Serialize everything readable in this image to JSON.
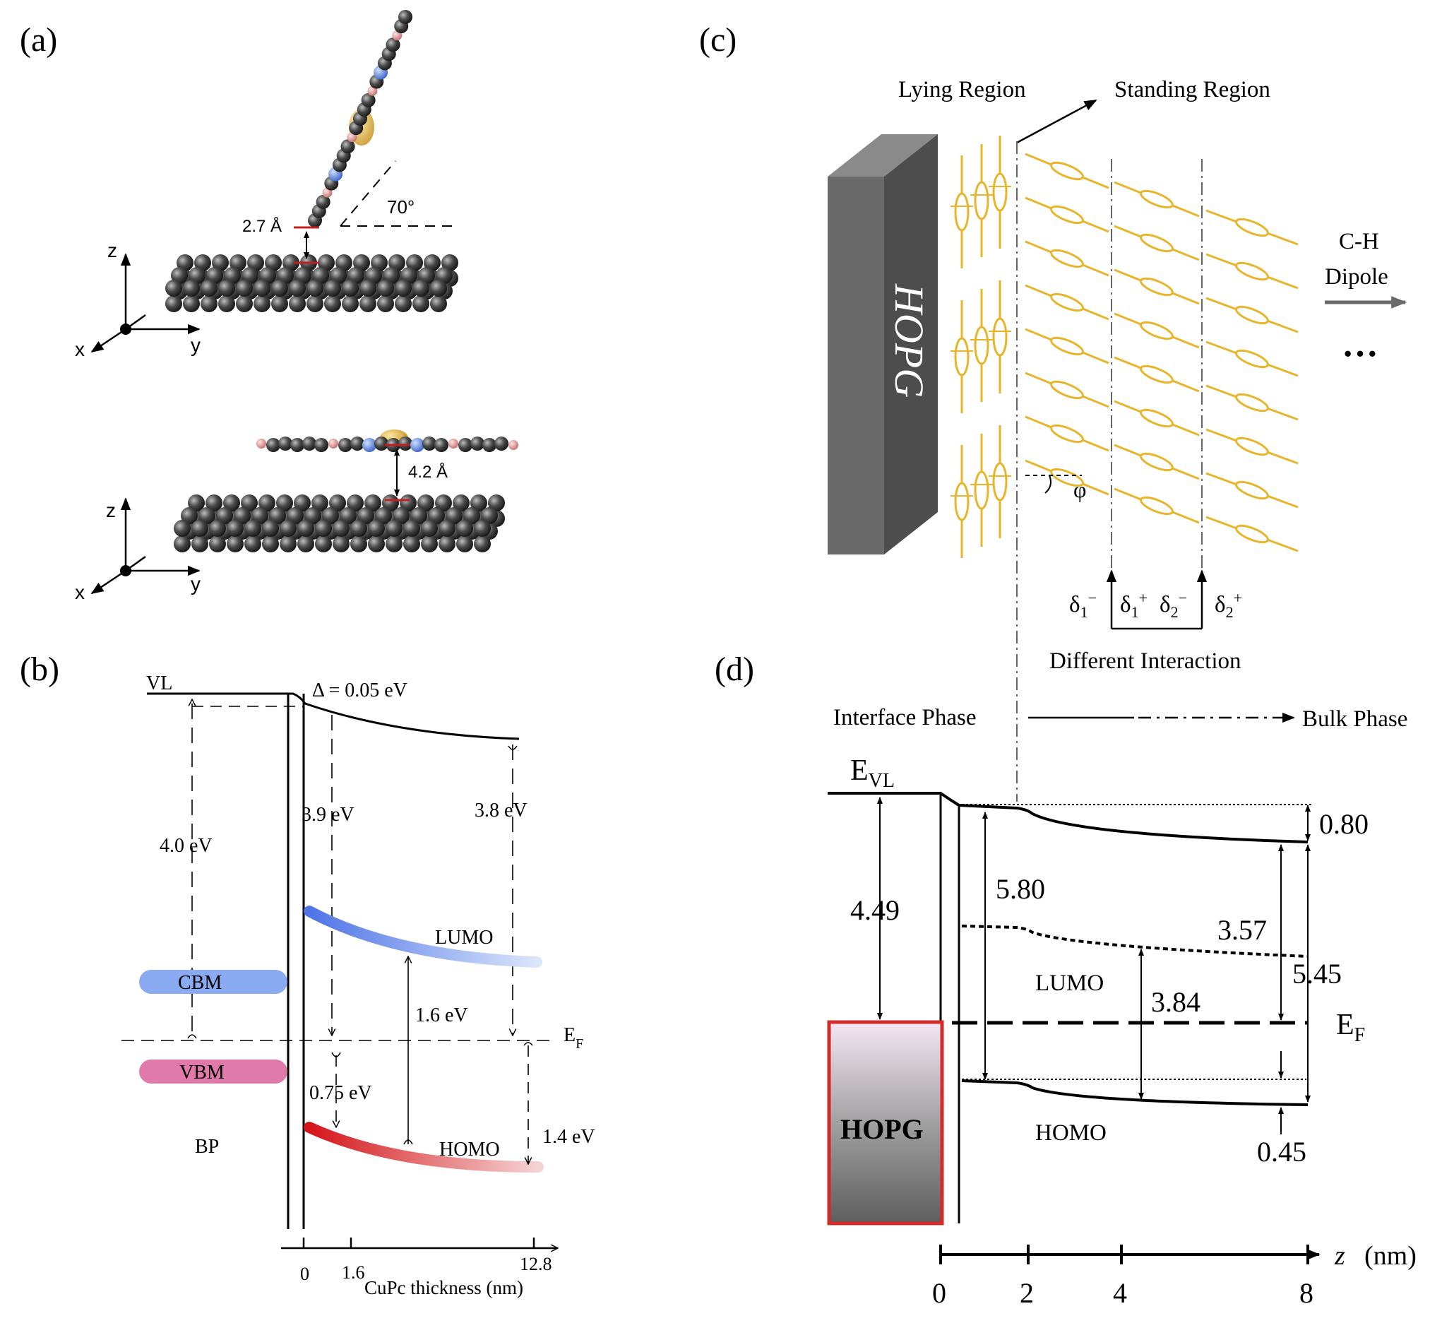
{
  "panels": {
    "a": {
      "label": "(a)",
      "top_distance": "2.7 Å",
      "tilt_angle": "70°",
      "bottom_distance": "4.2 Å",
      "axes": {
        "z": "z",
        "y": "y",
        "x": "x"
      }
    },
    "b": {
      "label": "(b)",
      "vl_label": "VL",
      "delta_label": "Δ = 0.05 eV",
      "bp_wf": "4.0 eV",
      "cupc_wf_thin": "3.9 eV",
      "cupc_wf_thick": "3.8 eV",
      "lumo_label": "LUMO",
      "homo_label": "HOMO",
      "cbm_label": "CBM",
      "vbm_label": "VBM",
      "bp_label": "BP",
      "ef_label": "E",
      "ef_sub": "F",
      "gap_label": "1.6 eV",
      "homo_offset_thin": "0.75 eV",
      "homo_offset_thick": "1.4 eV",
      "xaxis_title": "CuPc thickness (nm)",
      "xticks": [
        "0",
        "1.6",
        "12.8"
      ]
    },
    "c": {
      "label": "(c)",
      "lying_region": "Lying Region",
      "standing_region": "Standing Region",
      "substrate": "HOPG",
      "dipole_line1": "C-H",
      "dipole_line2": "Dipole",
      "ellipsis": "···",
      "angle": "φ",
      "delta": "δ",
      "charges": [
        {
          "sub": "1",
          "sup": "−"
        },
        {
          "sub": "1",
          "sup": "+"
        },
        {
          "sub": "2",
          "sup": "−"
        },
        {
          "sub": "2",
          "sup": "+"
        }
      ],
      "interaction": "Different Interaction"
    },
    "d": {
      "label": "(d)",
      "interface_phase": "Interface Phase",
      "bulk_phase": "Bulk Phase",
      "evl_main": "E",
      "evl_sub": "VL",
      "ef_main": "E",
      "ef_sub": "F",
      "substrate": "HOPG",
      "lumo_label": "LUMO",
      "homo_label": "HOMO",
      "values": {
        "wf_hopg": "4.49",
        "ip_interface": "5.80",
        "vl_shift": "0.80",
        "lumo_ef_bulk": "3.57",
        "ip_bulk": "5.45",
        "gap": "3.84",
        "homo_shift": "0.45"
      },
      "axis_label": "z",
      "axis_unit": "(nm)",
      "xticks": [
        "0",
        "2",
        "4",
        "8"
      ]
    }
  },
  "colors": {
    "line": "#000000",
    "molecule": "#e8b52a",
    "hopg_block": "#6a6a6a",
    "cbm": "#8aaaf2",
    "vbm": "#e07aaa",
    "lumo_band": "#5a7fe6",
    "homo_band": "#d42020",
    "hopg_box_border": "#d32a2a"
  }
}
